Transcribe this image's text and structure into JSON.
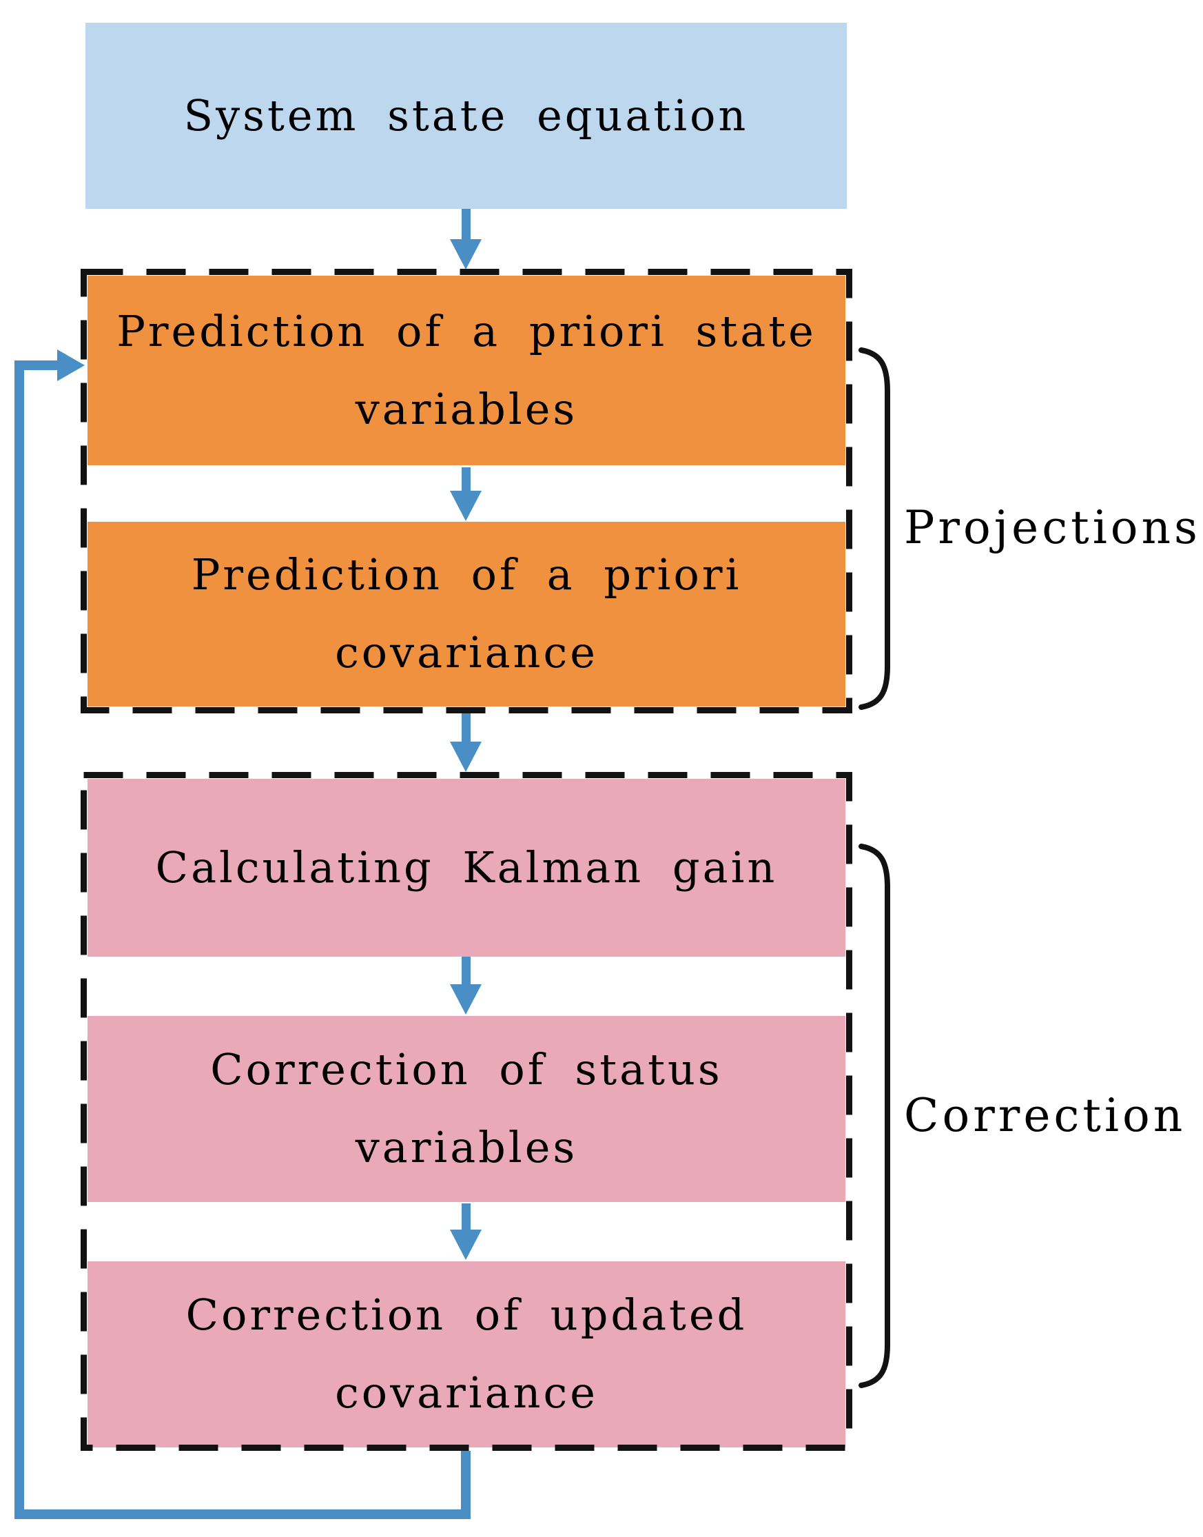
{
  "diagram": {
    "type": "flowchart",
    "subject": "Kalman filter algorithm loop",
    "nodes": {
      "system_state": {
        "lines": [
          "System state equation"
        ]
      },
      "predict_state": {
        "lines": [
          "Prediction of a priori state",
          "variables"
        ]
      },
      "predict_cov": {
        "lines": [
          "Prediction of a priori",
          "covariance"
        ]
      },
      "kalman_gain": {
        "lines": [
          "Calculating Kalman gain"
        ]
      },
      "correct_state": {
        "lines": [
          "Correction of status",
          "variables"
        ]
      },
      "correct_cov": {
        "lines": [
          "Correction of updated",
          "covariance"
        ]
      }
    },
    "group_labels": {
      "projections": "Projections",
      "correction": "Correction"
    }
  },
  "colors": {
    "system-box": "#bdd7ee",
    "prediction-box": "#f0913f",
    "correction-box": "#eaa9b8",
    "arrow": "#4a8ec6",
    "dash": "#121212",
    "text": "#000000"
  }
}
